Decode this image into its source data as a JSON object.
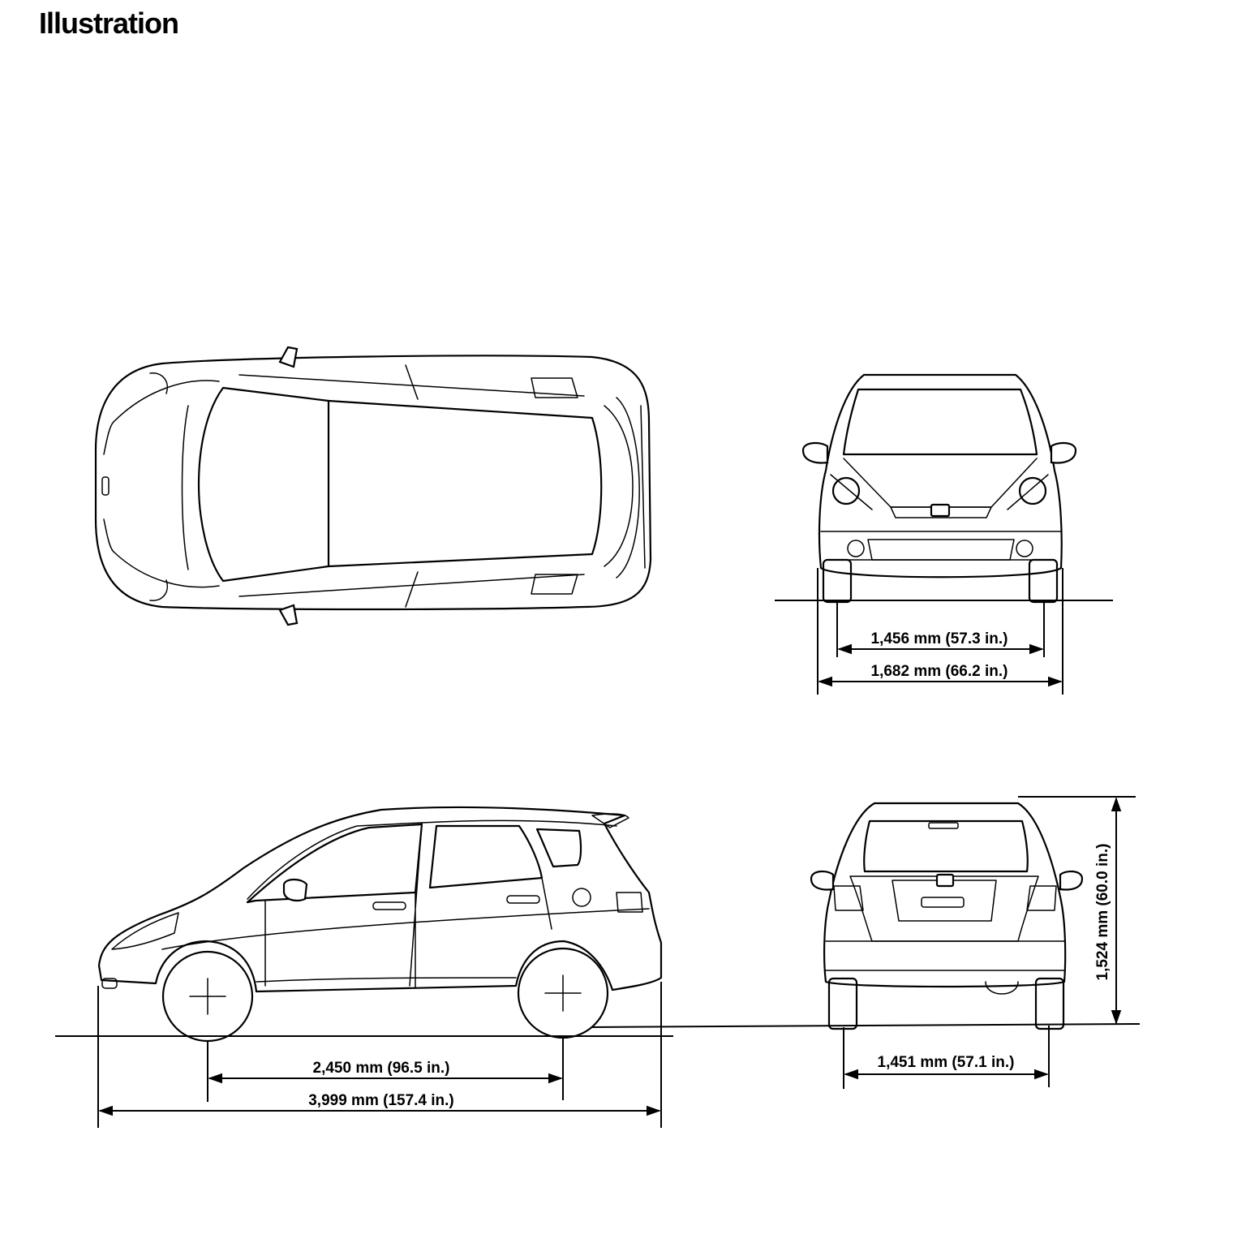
{
  "title": "Illustration",
  "dimensions": {
    "front_track": "1,456 mm (57.3 in.)",
    "overall_width": "1,682 mm (66.2 in.)",
    "wheelbase": "2,450 mm (96.5 in.)",
    "overall_length": "3,999 mm (157.4 in.)",
    "rear_track": "1,451 mm (57.1 in.)",
    "overall_height": "1,524 mm (60.0 in.)"
  }
}
